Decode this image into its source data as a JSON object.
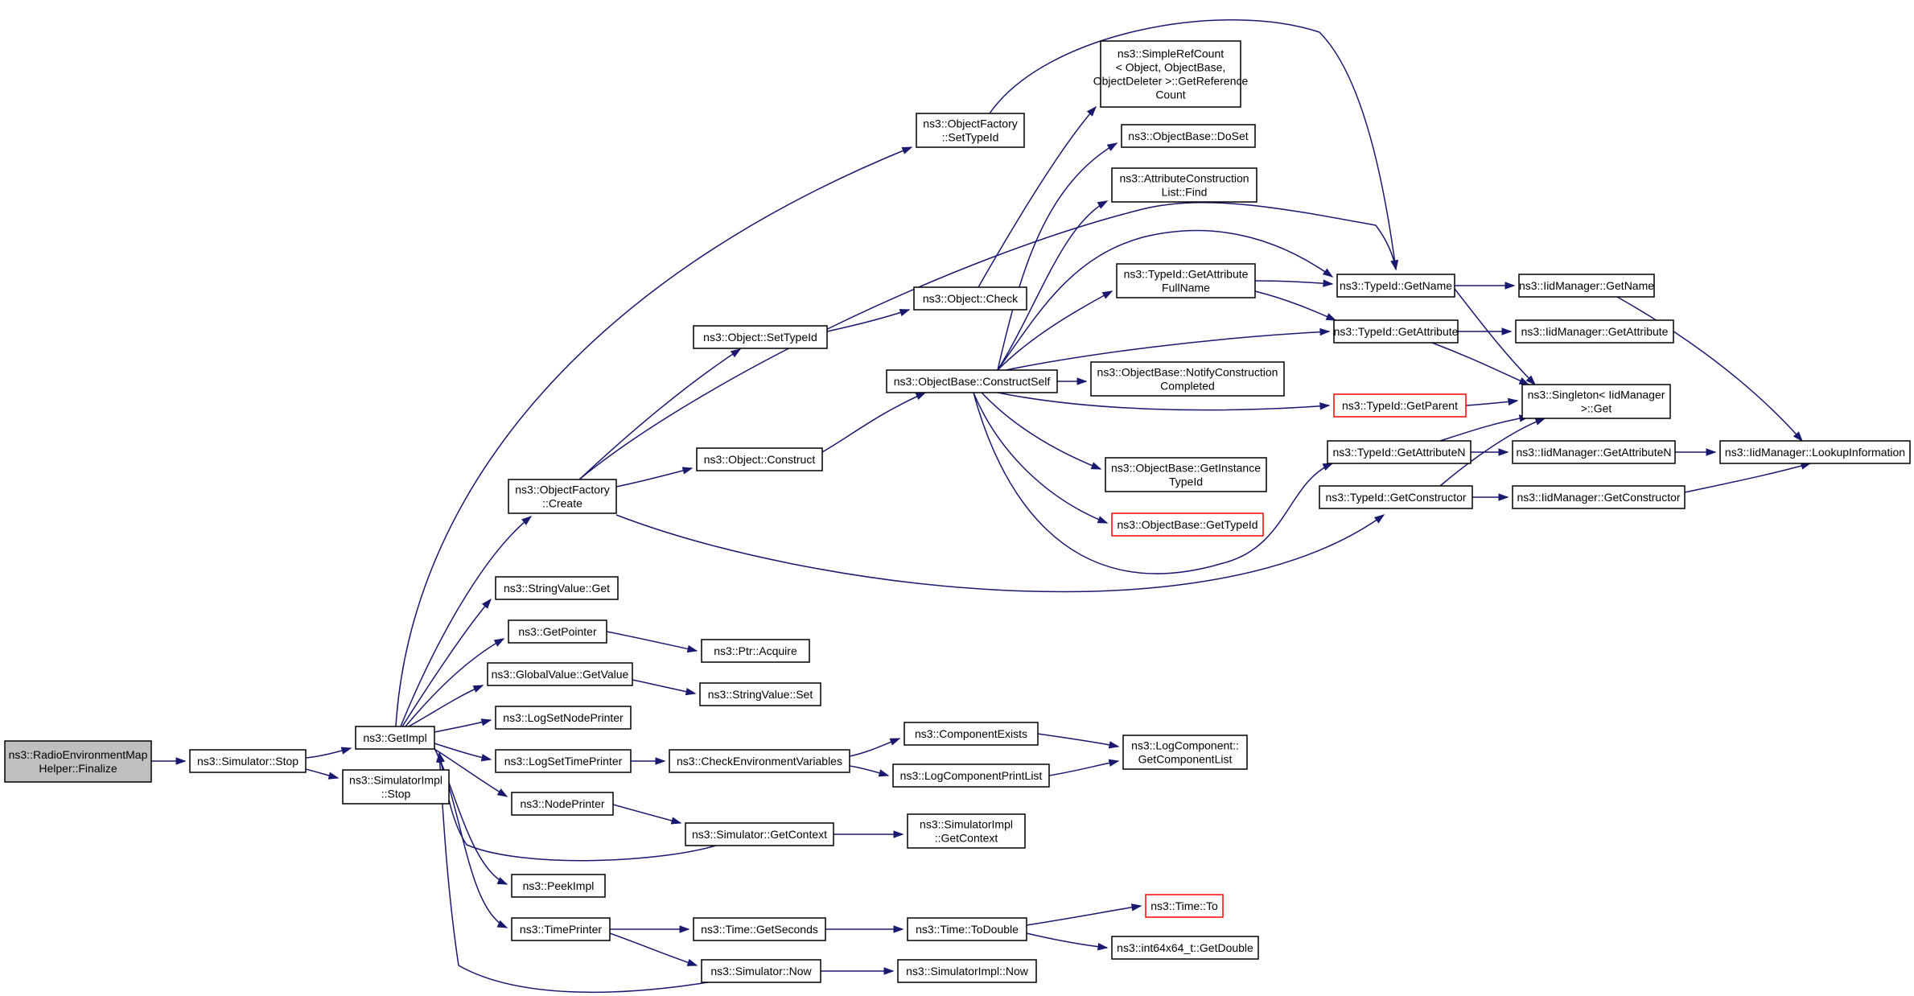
{
  "graph": {
    "colors": {
      "edge": "#191970",
      "node_border": "#000000",
      "truncated_border": "#ff0000",
      "root_fill": "#bfbfbf",
      "node_fill": "#ffffff"
    },
    "nodes": [
      {
        "id": "n0",
        "name": "node-radioenvironmentmaphelper-finalize",
        "lines": [
          "ns3::RadioEnvironmentMap",
          "Helper::Finalize"
        ],
        "root": true
      },
      {
        "id": "n1",
        "name": "node-simulator-stop",
        "lines": [
          "ns3::Simulator::Stop"
        ]
      },
      {
        "id": "n2",
        "name": "node-getimpl",
        "lines": [
          "ns3::GetImpl"
        ]
      },
      {
        "id": "n3",
        "name": "node-simulatorimpl-stop",
        "lines": [
          "ns3::SimulatorImpl",
          "::Stop"
        ]
      },
      {
        "id": "n4",
        "name": "node-objectfactory-settypeid",
        "lines": [
          "ns3::ObjectFactory",
          "::SetTypeId"
        ]
      },
      {
        "id": "n5",
        "name": "node-objectfactory-create",
        "lines": [
          "ns3::ObjectFactory",
          "::Create"
        ]
      },
      {
        "id": "n6",
        "name": "node-stringvalue-get",
        "lines": [
          "ns3::StringValue::Get"
        ]
      },
      {
        "id": "n7",
        "name": "node-getpointer",
        "lines": [
          "ns3::GetPointer"
        ]
      },
      {
        "id": "n8",
        "name": "node-globalvalue-getvalue",
        "lines": [
          "ns3::GlobalValue::GetValue"
        ]
      },
      {
        "id": "n9",
        "name": "node-logsetnodeprinter",
        "lines": [
          "ns3::LogSetNodePrinter"
        ]
      },
      {
        "id": "n10",
        "name": "node-logsettimeprinter",
        "lines": [
          "ns3::LogSetTimePrinter"
        ]
      },
      {
        "id": "n11",
        "name": "node-nodeprinter",
        "lines": [
          "ns3::NodePrinter"
        ]
      },
      {
        "id": "n12",
        "name": "node-peekimpl",
        "lines": [
          "ns3::PeekImpl"
        ]
      },
      {
        "id": "n13",
        "name": "node-timeprinter",
        "lines": [
          "ns3::TimePrinter"
        ]
      },
      {
        "id": "n14",
        "name": "node-typeid-getname",
        "lines": [
          "ns3::TypeId::GetName"
        ]
      },
      {
        "id": "n15",
        "name": "node-object-settypeid",
        "lines": [
          "ns3::Object::SetTypeId"
        ]
      },
      {
        "id": "n16",
        "name": "node-object-construct",
        "lines": [
          "ns3::Object::Construct"
        ]
      },
      {
        "id": "n17",
        "name": "node-typeid-getconstructor",
        "lines": [
          "ns3::TypeId::GetConstructor"
        ]
      },
      {
        "id": "n18",
        "name": "node-ptr-acquire",
        "lines": [
          "ns3::Ptr::Acquire"
        ]
      },
      {
        "id": "n19",
        "name": "node-stringvalue-set",
        "lines": [
          "ns3::StringValue::Set"
        ]
      },
      {
        "id": "n20",
        "name": "node-checkenvironmentvariables",
        "lines": [
          "ns3::CheckEnvironmentVariables"
        ]
      },
      {
        "id": "n21",
        "name": "node-simulator-getcontext",
        "lines": [
          "ns3::Simulator::GetContext"
        ]
      },
      {
        "id": "n22",
        "name": "node-time-getseconds",
        "lines": [
          "ns3::Time::GetSeconds"
        ]
      },
      {
        "id": "n23",
        "name": "node-simulator-now",
        "lines": [
          "ns3::Simulator::Now"
        ]
      },
      {
        "id": "n24",
        "name": "node-object-check",
        "lines": [
          "ns3::Object::Check"
        ]
      },
      {
        "id": "n25",
        "name": "node-objectbase-constructself",
        "lines": [
          "ns3::ObjectBase::ConstructSelf"
        ]
      },
      {
        "id": "n26",
        "name": "node-componentexists",
        "lines": [
          "ns3::ComponentExists"
        ]
      },
      {
        "id": "n27",
        "name": "node-logcomponentprintlist",
        "lines": [
          "ns3::LogComponentPrintList"
        ]
      },
      {
        "id": "n28",
        "name": "node-simulatorimpl-getcontext",
        "lines": [
          "ns3::SimulatorImpl",
          "::GetContext"
        ]
      },
      {
        "id": "n29",
        "name": "node-time-todouble",
        "lines": [
          "ns3::Time::ToDouble"
        ]
      },
      {
        "id": "n30",
        "name": "node-simulatorimpl-now",
        "lines": [
          "ns3::SimulatorImpl::Now"
        ]
      },
      {
        "id": "n31",
        "name": "node-simplerefcount-getreferencecount",
        "lines": [
          "ns3::SimpleRefCount",
          "< Object, ObjectBase,",
          "ObjectDeleter >::GetReference",
          "Count"
        ]
      },
      {
        "id": "n32",
        "name": "node-objectbase-doset",
        "lines": [
          "ns3::ObjectBase::DoSet"
        ]
      },
      {
        "id": "n33",
        "name": "node-attributeconstructionlist-find",
        "lines": [
          "ns3::AttributeConstruction",
          "List::Find"
        ]
      },
      {
        "id": "n34",
        "name": "node-typeid-getattributefullname",
        "lines": [
          "ns3::TypeId::GetAttribute",
          "FullName"
        ]
      },
      {
        "id": "n35",
        "name": "node-typeid-getattribute",
        "lines": [
          "ns3::TypeId::GetAttribute"
        ]
      },
      {
        "id": "n36",
        "name": "node-objectbase-notifyconstructioncompleted",
        "lines": [
          "ns3::ObjectBase::NotifyConstruction",
          "Completed"
        ]
      },
      {
        "id": "n37",
        "name": "node-typeid-getparent",
        "lines": [
          "ns3::TypeId::GetParent"
        ],
        "truncated": true
      },
      {
        "id": "n38",
        "name": "node-objectbase-getinstancetypeid",
        "lines": [
          "ns3::ObjectBase::GetInstance",
          "TypeId"
        ]
      },
      {
        "id": "n39",
        "name": "node-objectbase-gettypeid",
        "lines": [
          "ns3::ObjectBase::GetTypeId"
        ],
        "truncated": true
      },
      {
        "id": "n40",
        "name": "node-typeid-getattributen",
        "lines": [
          "ns3::TypeId::GetAttributeN"
        ]
      },
      {
        "id": "n41",
        "name": "node-logcomponent-getcomponentlist",
        "lines": [
          "ns3::LogComponent::",
          "GetComponentList"
        ]
      },
      {
        "id": "n42",
        "name": "node-time-to",
        "lines": [
          "ns3::Time::To"
        ],
        "truncated": true
      },
      {
        "id": "n43",
        "name": "node-int64x64-getdouble",
        "lines": [
          "ns3::int64x64_t::GetDouble"
        ]
      },
      {
        "id": "n44",
        "name": "node-iidmanager-getname",
        "lines": [
          "ns3::IidManager::GetName"
        ]
      },
      {
        "id": "n45",
        "name": "node-singleton-iidmanager-get",
        "lines": [
          "ns3::Singleton< IidManager",
          ">::Get"
        ]
      },
      {
        "id": "n46",
        "name": "node-iidmanager-getattribute",
        "lines": [
          "ns3::IidManager::GetAttribute"
        ]
      },
      {
        "id": "n47",
        "name": "node-iidmanager-getattributen",
        "lines": [
          "ns3::IidManager::GetAttributeN"
        ]
      },
      {
        "id": "n48",
        "name": "node-iidmanager-getconstructor",
        "lines": [
          "ns3::IidManager::GetConstructor"
        ]
      },
      {
        "id": "n49",
        "name": "node-iidmanager-lookupinformation",
        "lines": [
          "ns3::IidManager::LookupInformation"
        ]
      }
    ]
  }
}
